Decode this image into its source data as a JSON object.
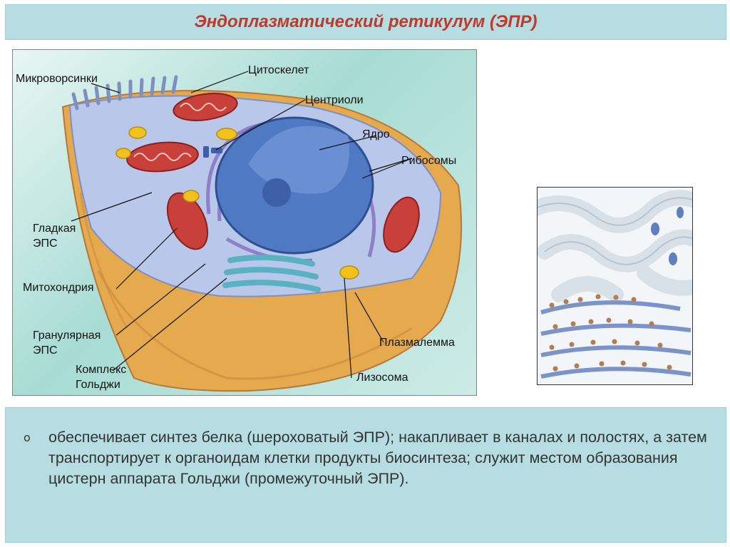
{
  "slide": {
    "title": "Эндоплазматический ретикулум (ЭПР)"
  },
  "diagram": {
    "labels": {
      "microvilli": "Микроворсинки",
      "cytoskeleton": "Цитоскелет",
      "centrioles": "Центриоли",
      "nucleus": "Ядро",
      "ribosomes": "Рибосомы",
      "smooth_er": "Гладкая\nЭПС",
      "mitochondrion": "Митохондрия",
      "granular_er": "Гранулярная\nЭПС",
      "golgi": "Комплекс\nГольджи",
      "plasmalemma": "Плазмалемма",
      "lysosome": "Лизосома"
    }
  },
  "content": {
    "bullet_marker": "o",
    "bullet_text": "обеспечивает синтез белка (шероховатый ЭПР); накапливает в каналах и полостях, а затем транспортирует к органоидам клетки продукты биосинтеза; служит местом образования цистерн аппарата Гольджи (промежуточный ЭПР)."
  },
  "colors": {
    "title": "#c0392b",
    "panel_bg": "#b6dde2",
    "cytoplasm": "#b9c8ea",
    "membrane": "#e5a94e",
    "nucleus": "#4f79c2",
    "mitochondrion": "#c9403a",
    "golgi": "#5ab1c2",
    "granule": "#f1c21b"
  }
}
